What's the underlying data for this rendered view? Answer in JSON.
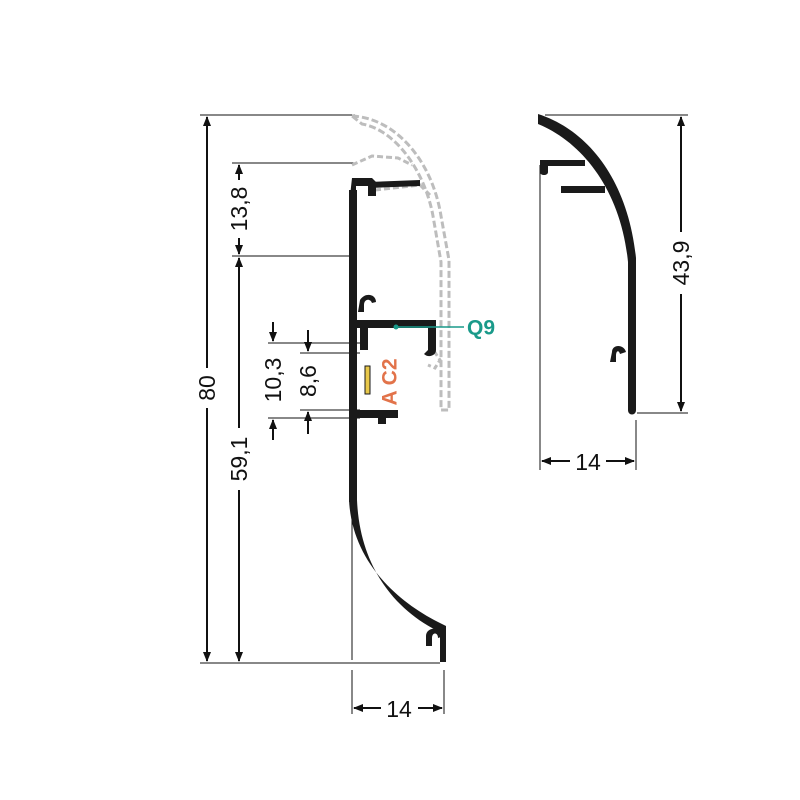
{
  "colors": {
    "profile": "#1a1a1a",
    "cover": "#bdbdbd",
    "dimension": "#111111",
    "q9": "#1a9a8a",
    "ac2": "#e2734a",
    "led": "#e8c84a"
  },
  "left_profile": {
    "dims": {
      "height_total": "80",
      "height_upper": "13,8",
      "height_lower": "59,1",
      "channel_outer": "10,3",
      "channel_inner": "8,6",
      "width": "14"
    },
    "labels": {
      "q9": "Q9",
      "ac2": "A C2"
    }
  },
  "right_profile": {
    "dims": {
      "height": "43,9",
      "width": "14"
    }
  }
}
